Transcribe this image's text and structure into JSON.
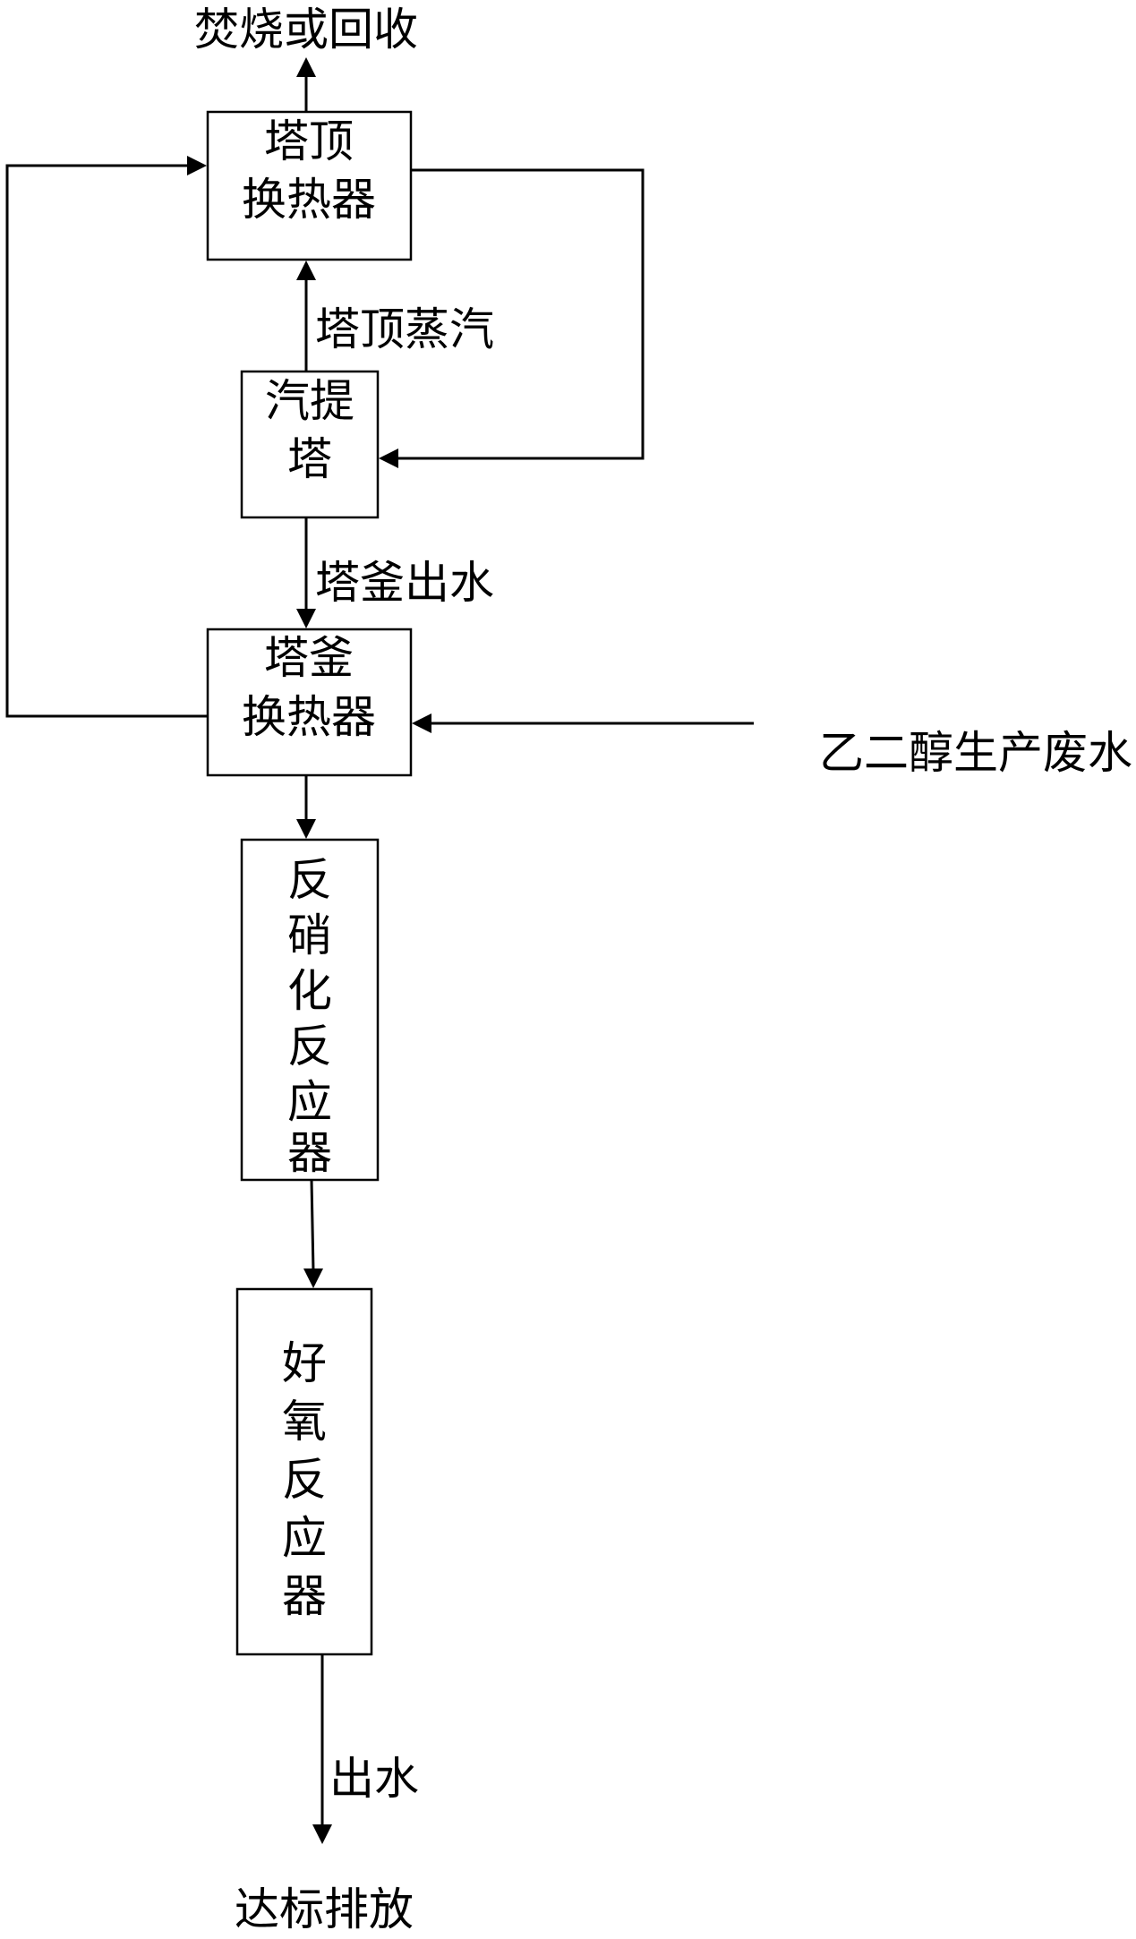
{
  "nodes": {
    "top_exchanger": {
      "line1": "塔顶",
      "line2": "换热器"
    },
    "stripper": {
      "line1": "汽提",
      "line2": "塔"
    },
    "bottom_exchanger": {
      "line1": "塔釜",
      "line2": "换热器"
    },
    "denitrification_reactor": {
      "chars": [
        "反",
        "硝",
        "化",
        "反",
        "应",
        "器"
      ]
    },
    "aerobic_reactor": {
      "chars": [
        "好",
        "氧",
        "反",
        "应",
        "器"
      ]
    }
  },
  "labels": {
    "incinerate_or_recover": "焚烧或回收",
    "overhead_vapor": "塔顶蒸汽",
    "bottoms_outlet_water": "塔釜出水",
    "glycol_wastewater": "乙二醇生产废水",
    "outlet_water": "出水",
    "compliant_discharge": "达标排放"
  }
}
